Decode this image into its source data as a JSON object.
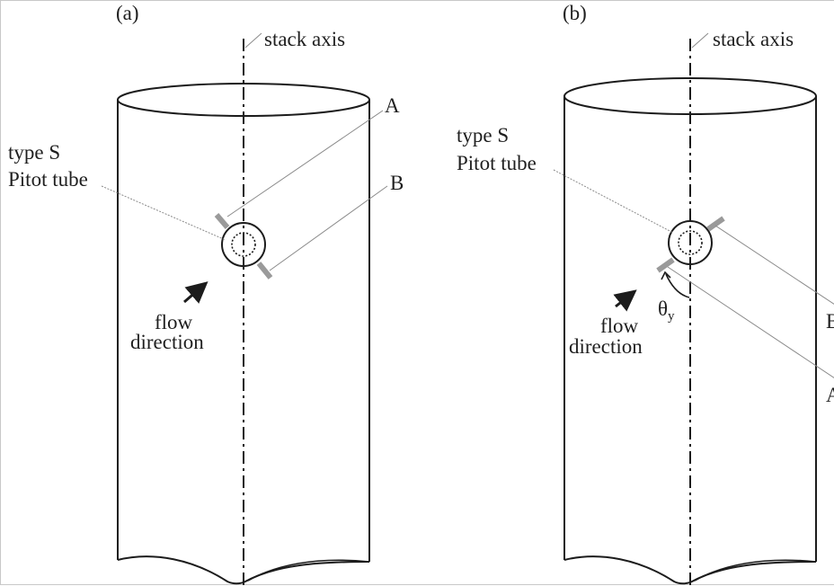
{
  "panels": [
    {
      "id": "a",
      "panel_label": "(a)",
      "axis_label": "stack axis",
      "probe_label_line1": "type S",
      "probe_label_line2": "Pitot tube",
      "port_a_label": "A",
      "port_b_label": "B",
      "flow_label_line1": "flow",
      "flow_label_line2": "direction"
    },
    {
      "id": "b",
      "panel_label": "(b)",
      "axis_label": "stack axis",
      "probe_label_line1": "type S",
      "probe_label_line2": "Pitot tube",
      "port_a_label": "A",
      "port_b_label": "B",
      "flow_label_line1": "flow",
      "flow_label_line2": "direction",
      "angle_symbol": "θ",
      "angle_subscript": "y"
    }
  ],
  "colors": {
    "line": "#1c1c1c",
    "leader": "#8a8a8a",
    "port": "#9a9a9a",
    "background": "#ffffff"
  }
}
